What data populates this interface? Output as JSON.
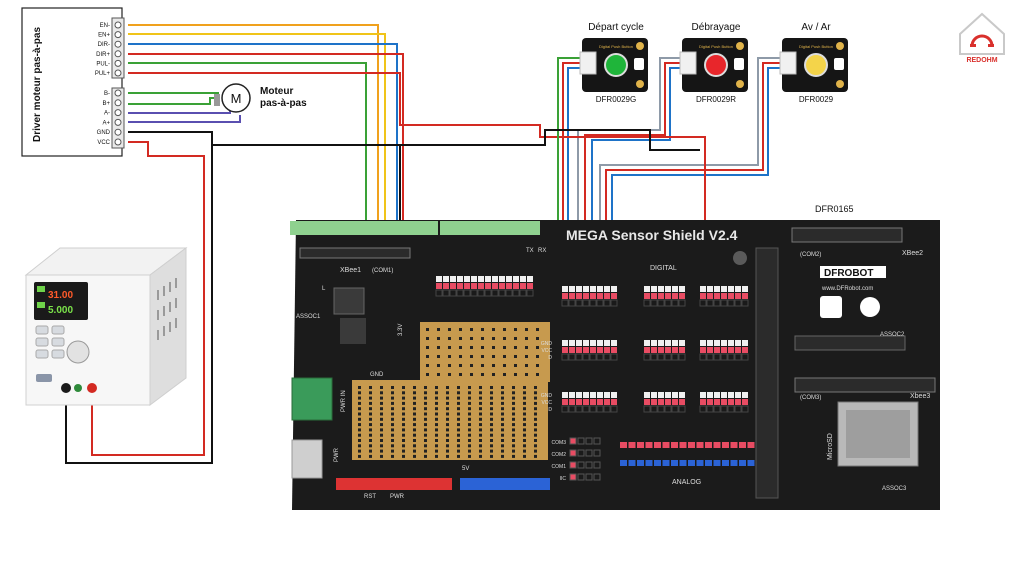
{
  "driver": {
    "title": "Driver moteur pas-à-pas",
    "top_pins": [
      "EN-",
      "EN+",
      "DIR-",
      "DIR+",
      "PUL-",
      "PUL+"
    ],
    "bottom_pins": [
      "B-",
      "B+",
      "A-",
      "A+",
      "GND",
      "VCC"
    ]
  },
  "motor": {
    "symbol": "M",
    "label_line1": "Moteur",
    "label_line2": "pas-à-pas"
  },
  "buttons": [
    {
      "title": "Départ cycle",
      "ref": "DFR0029G",
      "color": "#1fb53a",
      "mini_label": "Digital Push Button"
    },
    {
      "title": "Débrayage",
      "ref": "DFR0029R",
      "color": "#e8262b",
      "mini_label": "Digital Push Button"
    },
    {
      "title": "Av / Ar",
      "ref": "DFR0029",
      "color": "#f4d44a",
      "mini_label": "Digital Push Button"
    }
  ],
  "logo": {
    "text": "REDOHM",
    "color": "#d9302c"
  },
  "shield": {
    "ref": "DFR0165",
    "title": "MEGA Sensor Shield V2.4",
    "brand": "DFROBOT",
    "url": "www.DFRobot.com",
    "labels": {
      "xbee1": "XBee1",
      "xbee2": "XBee2",
      "xbee3": "Xbee3",
      "com1": "(COM1)",
      "com2": "(COM2)",
      "com3": "(COM3)",
      "assoc1": "ASSOC1",
      "assoc2": "ASSOC2",
      "assoc3": "ASSOC3",
      "digital": "DIGITAL",
      "analog": "ANALOG",
      "microsd": "MicroSD",
      "gnd": "GND",
      "vcc": "VCC",
      "d": "D",
      "pwr_in": "PWR IN",
      "rst": "RST",
      "pwr": "PWR",
      "v5": "5V",
      "v33": "3.3V",
      "tx": "TX",
      "rx": "RX",
      "l": "L",
      "com_rows": [
        "COM3",
        "COM2",
        "COM1",
        "IIC"
      ]
    }
  },
  "psu": {
    "display_v": "31.00",
    "display_a": "5.000"
  },
  "wire_colors": {
    "orange": "#f0a11d",
    "yellow": "#f0c419",
    "blue": "#1e73c8",
    "green": "#3aa136",
    "red": "#d32a22",
    "purple": "#5a4fb0",
    "gray": "#8e9aa8",
    "black": "#111111"
  }
}
